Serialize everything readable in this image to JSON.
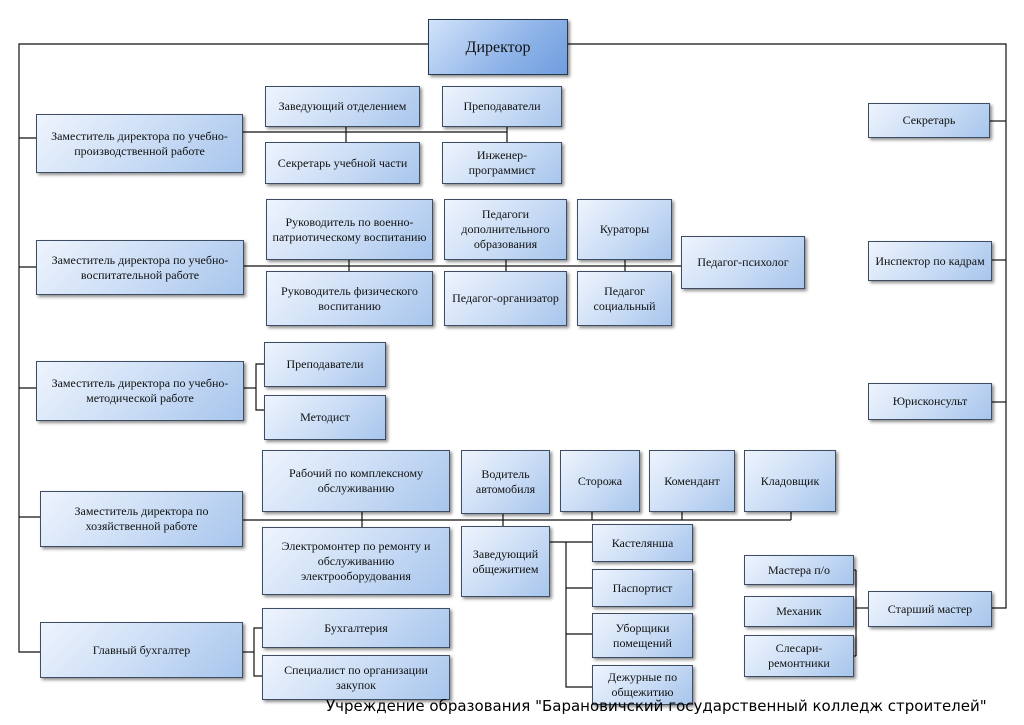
{
  "org_chart": {
    "director": "Директор",
    "deputy_production": "Заместитель директора по учебно-производственной работе",
    "head_of_department": "Заведующий отделением",
    "teachers_production": "Преподаватели",
    "secretary_academic": "Секретарь учебной части",
    "engineer_programmer": "Инженер-программист",
    "deputy_education": "Заместитель директора по учебно-воспитательной работе",
    "head_military_patriotic": "Руководитель по военно-патриотическому воспитанию",
    "teachers_additional_ed": "Педагоги дополнительного образования",
    "curators": "Кураторы",
    "psychologist": "Педагог-психолог",
    "head_physical_ed": "Руководитель физического воспитанию",
    "teacher_organizer": "Педагог-организатор",
    "social_teacher": "Педагог социальный",
    "deputy_methodical": "Заместитель директора по учебно-методической работе",
    "teachers_methodical": "Преподаватели",
    "methodist": "Методист",
    "deputy_economic": "Заместитель директора по хозяйственной работе",
    "maintenance_worker": "Рабочий по комплексному обслуживанию",
    "driver": "Водитель автомобиля",
    "watchmen": "Сторожа",
    "commandant": "Комендант",
    "storekeeper": "Кладовщик",
    "electrician": "Электромонтер по ремонту и обслуживанию электрооборудования",
    "dormitory_head": "Заведующий общежитием",
    "housekeeper": "Кастелянша",
    "passport_officer": "Паспортист",
    "cleaners": "Уборщики помещений",
    "dorm_attendants": "Дежурные по общежитию",
    "chief_accountant": "Главный бухгалтер",
    "accounting": "Бухгалтерия",
    "procurement_specialist": "Специалист по организации закупок",
    "secretary": "Секретарь",
    "hr_inspector": "Инспектор по кадрам",
    "legal_counsel": "Юрисконсульт",
    "senior_master": "Старший мастер",
    "masters": "Мастера п/о",
    "mechanic": "Механик",
    "repair_fitters": "Слесари-ремонтники"
  },
  "footer": "Учреждение образования \"Барановичский государственный колледж строителей\""
}
